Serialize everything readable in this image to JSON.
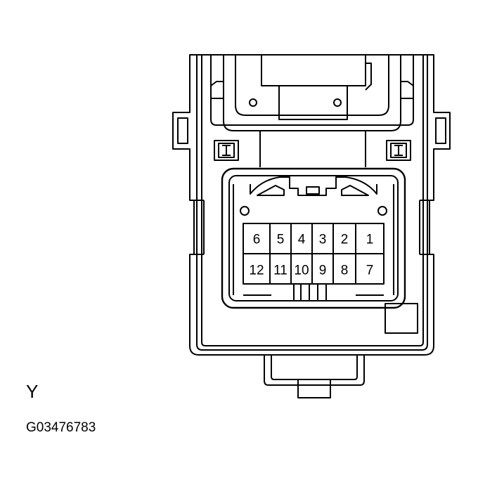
{
  "view_label": "Y",
  "figure_id": "G03476783",
  "connector": {
    "pin_rows": [
      [
        "6",
        "5",
        "4",
        "3",
        "2",
        "1"
      ],
      [
        "12",
        "11",
        "10",
        "9",
        "8",
        "7"
      ]
    ]
  }
}
